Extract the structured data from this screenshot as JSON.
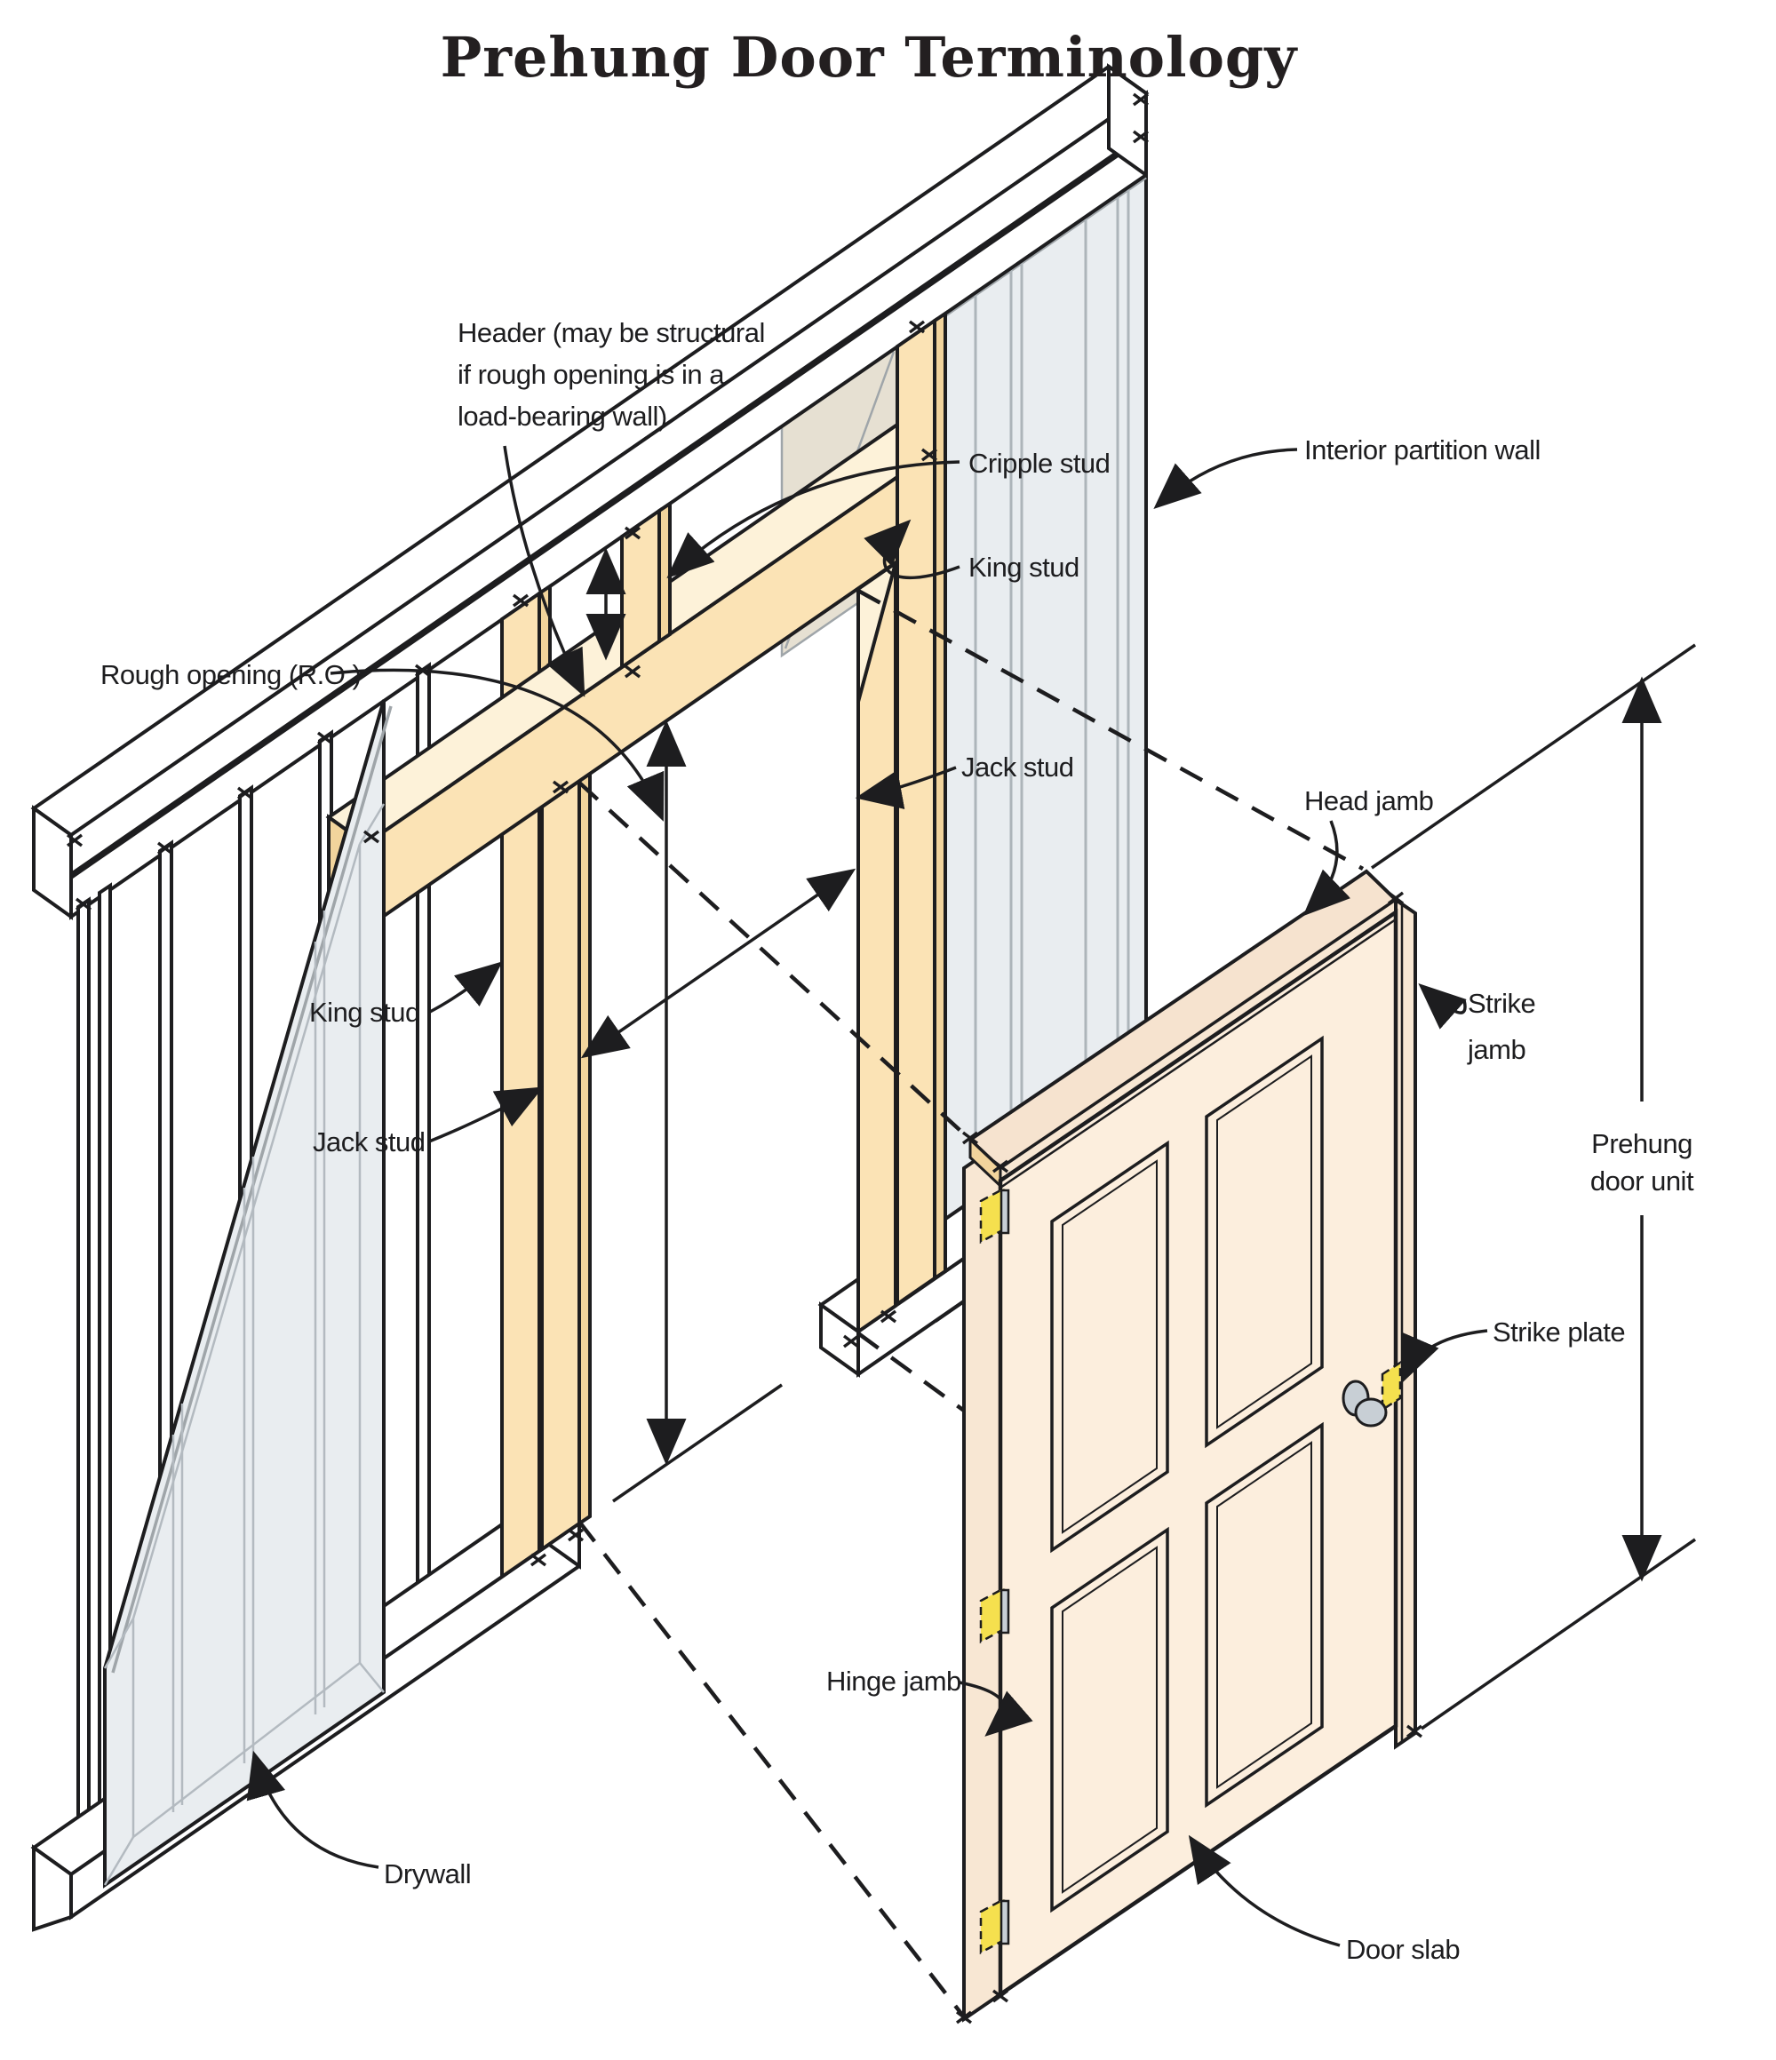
{
  "title": "Prehung Door Terminology",
  "labels": {
    "header_l1": "Header (may be structural",
    "header_l2": "if rough opening is in a",
    "header_l3": "load-bearing wall)",
    "cripple_stud": "Cripple stud",
    "king_stud_right": "King stud",
    "interior_partition_wall": "Interior partition wall",
    "rough_opening": "Rough opening (R.O.)",
    "king_stud_left": "King stud",
    "jack_stud_left": "Jack stud",
    "jack_stud_right": "Jack stud",
    "head_jamb": "Head jamb",
    "strike_jamb_l1": "Strike",
    "strike_jamb_l2": "jamb",
    "prehung_l1": "Prehung",
    "prehung_l2": "door unit",
    "strike_plate": "Strike plate",
    "hinge_jamb": "Hinge jamb",
    "drywall": "Drywall",
    "door_slab": "Door slab"
  },
  "colors": {
    "line": "#1d1d1f",
    "lumber_front": "#fbe3b5",
    "lumber_top": "#fdf2d9",
    "lumber_side": "#f2d49c",
    "door_face": "#fceedd",
    "jamb_face": "#f8e7d3",
    "jamb_top": "#f6e3cf",
    "drywall_face": "#e9edf0",
    "drywall_stud_line": "#adb5ba",
    "drywall_cut_edge": "#dcd5c4",
    "silver_edge": "#9fa5a9",
    "hardware_yellow": "#f5e04e",
    "knob_gray": "#c8cfd5"
  }
}
